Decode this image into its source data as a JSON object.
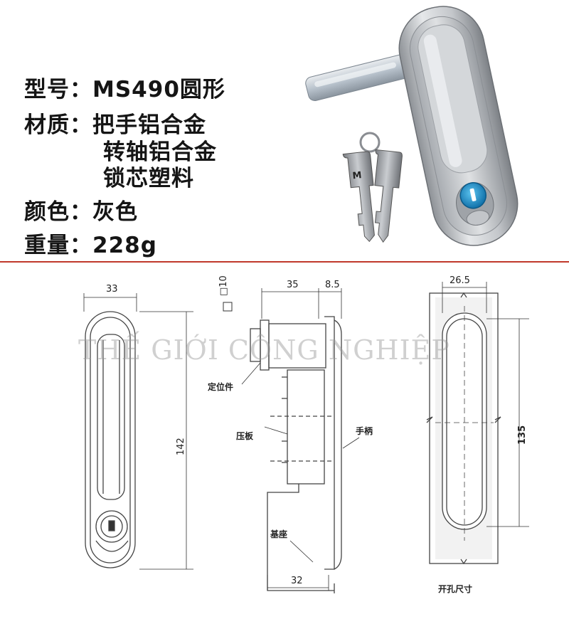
{
  "specs": {
    "model": "型号：MS490圆形",
    "material": "材质：把手铝合金",
    "material_line2": "转轴铝合金",
    "material_line3": "锁芯塑料",
    "color": "颜色：灰色",
    "weight": "重量：228g"
  },
  "front_view": {
    "width_dim": "33",
    "height_dim": "142"
  },
  "side_view": {
    "dim_top_left": "35",
    "dim_top_right": "8.5",
    "dim_square": "□10",
    "dim_bottom": "32",
    "label_locator": "定位件",
    "label_press_plate": "压板",
    "label_handle": "手柄",
    "label_base": "基座"
  },
  "cutout_view": {
    "width_dim": "26.5",
    "height_dim": "135",
    "caption": "开孔尺寸"
  },
  "watermark": "THẾ GIỚI CÔNG NGHIỆP",
  "colors": {
    "divider": "#c0392b",
    "handle_grey": "#b9bdc2",
    "lock_blue": "#1e88c7"
  }
}
